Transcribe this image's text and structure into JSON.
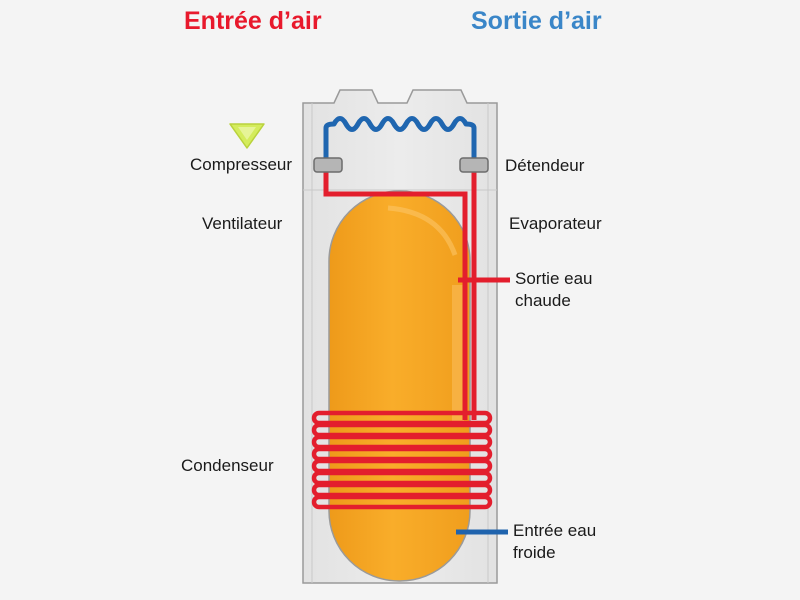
{
  "titles": {
    "air_in": "Entrée d’air",
    "air_out": "Sortie d’air"
  },
  "labels": {
    "compresseur": "Compresseur",
    "detendeur": "Détendeur",
    "ventilateur": "Ventilateur",
    "evaporateur": "Evaporateur",
    "sortie_eau_l1": "Sortie eau",
    "sortie_eau_l2": "chaude",
    "condenseur": "Condenseur",
    "entree_eau_l1": "Entrée eau",
    "entree_eau_l2": "froide"
  },
  "colors": {
    "air_in": "#e8192c",
    "air_out": "#3a86c8",
    "hot_pipe": "#e31e2d",
    "cold_pipe": "#1f63ad",
    "coil": "#1f66b0",
    "tank": "#f7a823",
    "casing": "#e6e6e6",
    "arrow": "#d4ec5c"
  }
}
